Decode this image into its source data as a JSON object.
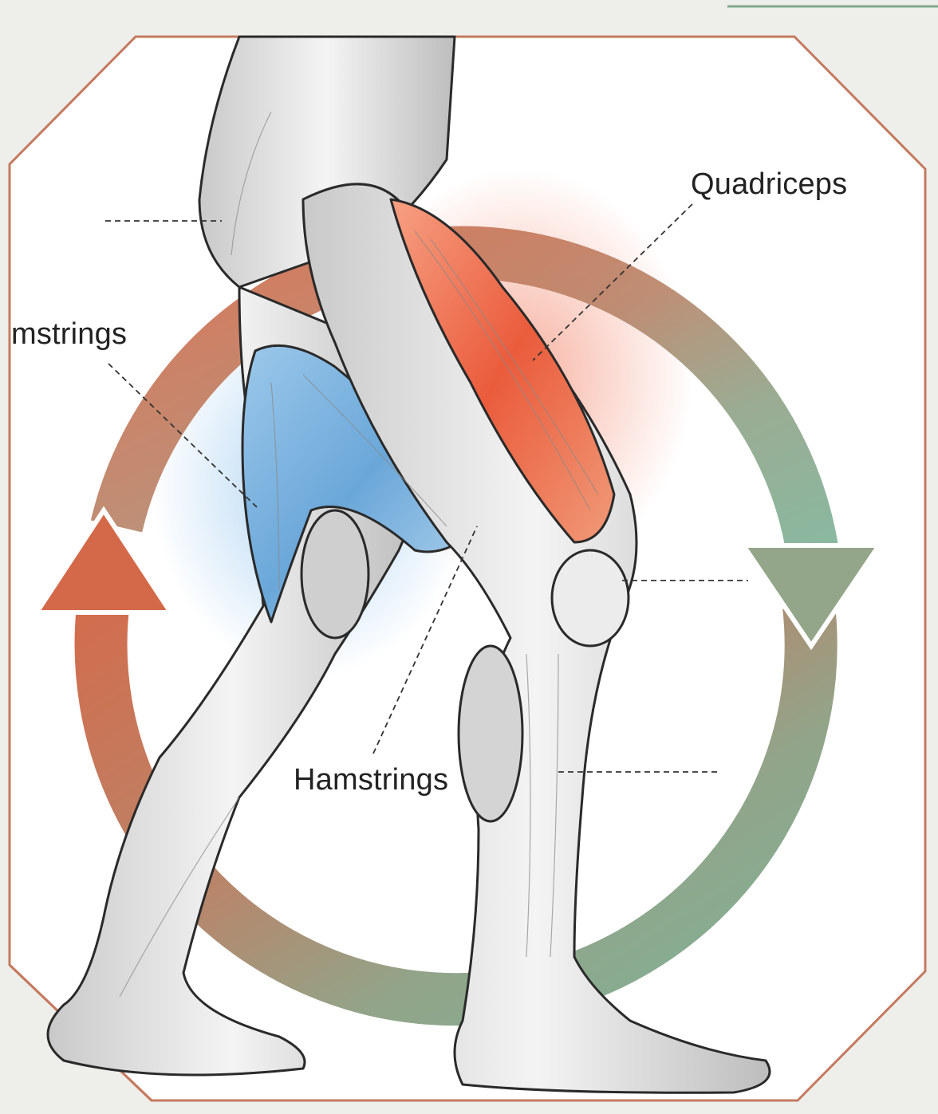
{
  "labels": {
    "quadriceps": "Quadriceps",
    "hamstrings_left": "mstrings",
    "hamstrings_center": "Hamstrings"
  },
  "colors": {
    "quadriceps_highlight": "#e8583a",
    "hamstrings_highlight": "#5ea4d8",
    "arrow_warm": "#d56a4a",
    "arrow_cool": "#84b196",
    "frame_border": "#c47a60",
    "background": "#eeeeea"
  },
  "icons": {
    "cycle": "circular-arrow-cycle-icon",
    "anatomy": "leg-muscle-anatomy-illustration"
  }
}
